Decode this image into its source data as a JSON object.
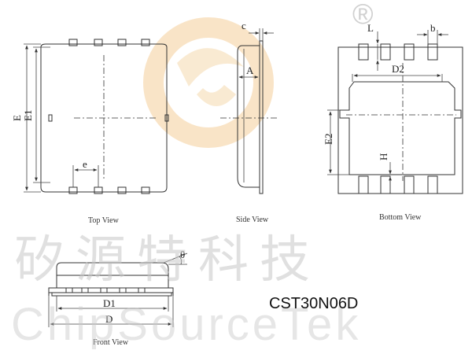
{
  "watermark": {
    "chinese": "矽源特科技",
    "english": "ChipSourceTek",
    "registered": "®",
    "ring_color": "#f5cf9a"
  },
  "views": {
    "top": "Top View",
    "side": "Side View",
    "bottom": "Bottom View",
    "front": "Front View"
  },
  "dimensions": {
    "E": "E",
    "E1": "E1",
    "e": "e",
    "c": "c",
    "A": "A",
    "L": "L",
    "b": "b",
    "D2": "D2",
    "E2": "E2",
    "H": "H",
    "theta": "θ",
    "D1": "D1",
    "D": "D"
  },
  "part_number": "CST30N06D"
}
